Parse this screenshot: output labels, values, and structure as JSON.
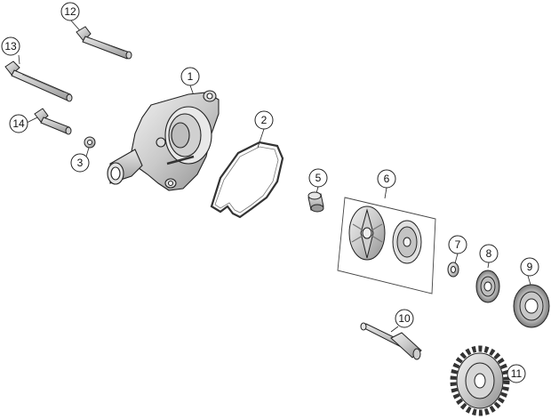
{
  "callouts": [
    {
      "id": "1",
      "label": "1"
    },
    {
      "id": "2",
      "label": "2"
    },
    {
      "id": "3",
      "label": "3"
    },
    {
      "id": "5",
      "label": "5"
    },
    {
      "id": "6",
      "label": "6"
    },
    {
      "id": "7",
      "label": "7"
    },
    {
      "id": "8",
      "label": "8"
    },
    {
      "id": "9",
      "label": "9"
    },
    {
      "id": "10",
      "label": "10"
    },
    {
      "id": "11",
      "label": "11"
    },
    {
      "id": "12",
      "label": "12"
    },
    {
      "id": "13",
      "label": "13"
    },
    {
      "id": "14",
      "label": "14"
    }
  ]
}
